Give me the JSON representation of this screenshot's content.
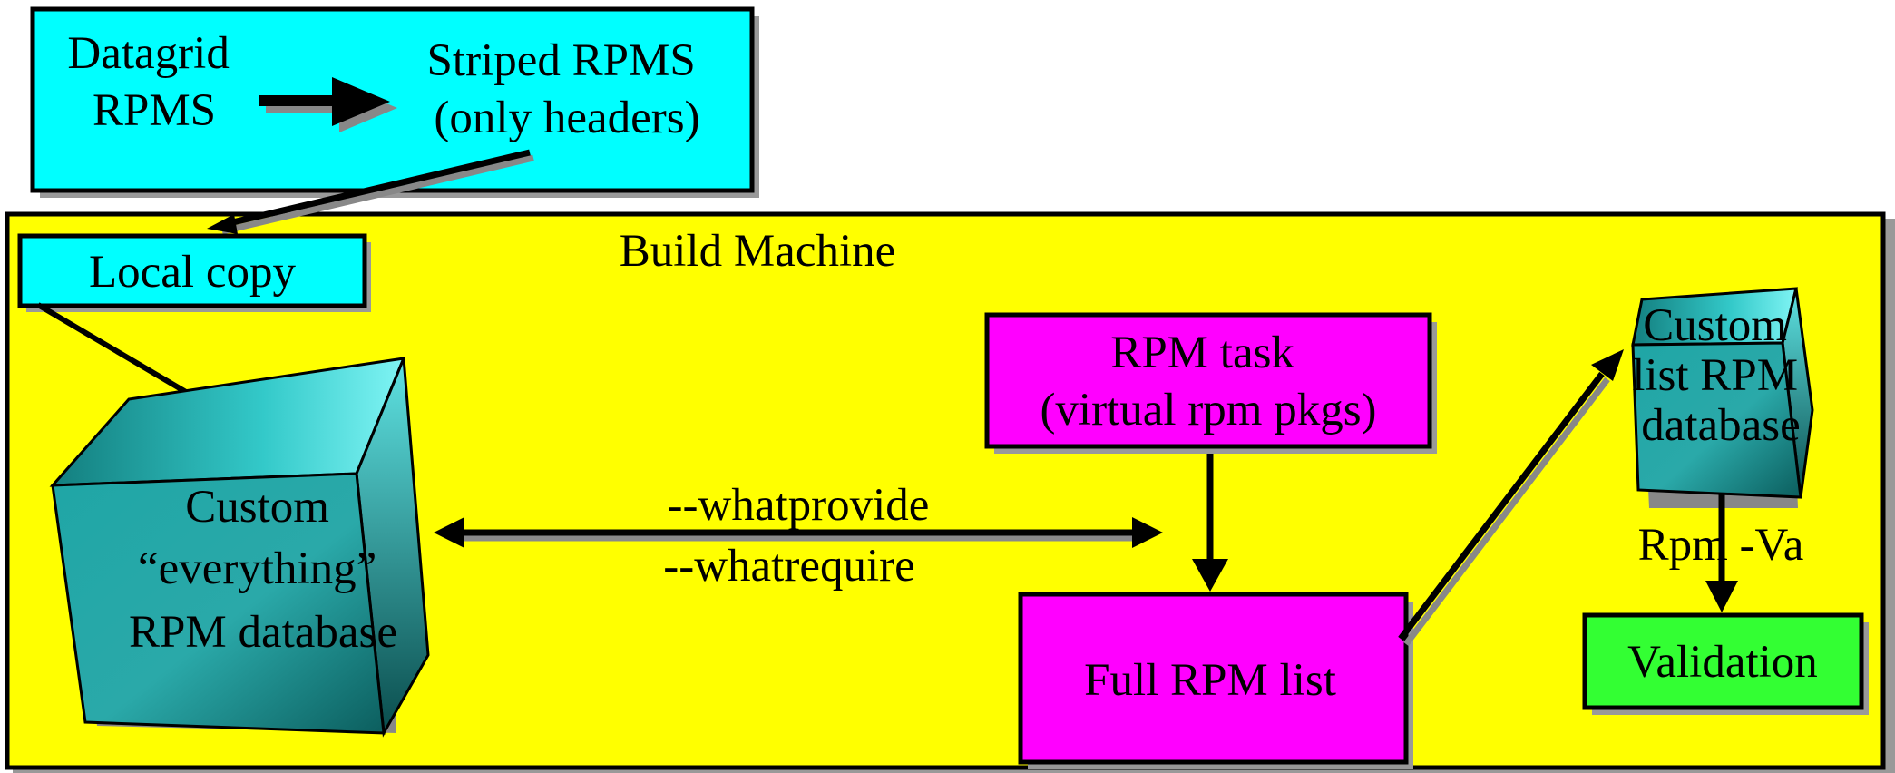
{
  "source_box": {
    "left_text": [
      "Datagrid",
      "RPMS"
    ],
    "right_text": [
      "Striped RPMS",
      "(only headers)"
    ]
  },
  "build_machine": {
    "title": "Build Machine",
    "local_copy": "Local copy",
    "everything_db": [
      "Custom",
      "“everything”",
      "RPM database"
    ],
    "rpm_task": [
      "RPM task",
      "(virtual rpm pkgs)"
    ],
    "full_rpm_list": "Full RPM list",
    "custom_list_db": [
      "Custom",
      "list RPM",
      "database"
    ],
    "query_labels": [
      "--whatprovide",
      "--whatrequire"
    ],
    "verify_label": "Rpm -Va",
    "validation": "Validation"
  },
  "colors": {
    "cyan": "#00ffff",
    "yellow": "#ffff00",
    "magenta": "#ff00ff",
    "green": "#33ff33",
    "teal": "#1a9a9a",
    "shadow": "#999999"
  }
}
